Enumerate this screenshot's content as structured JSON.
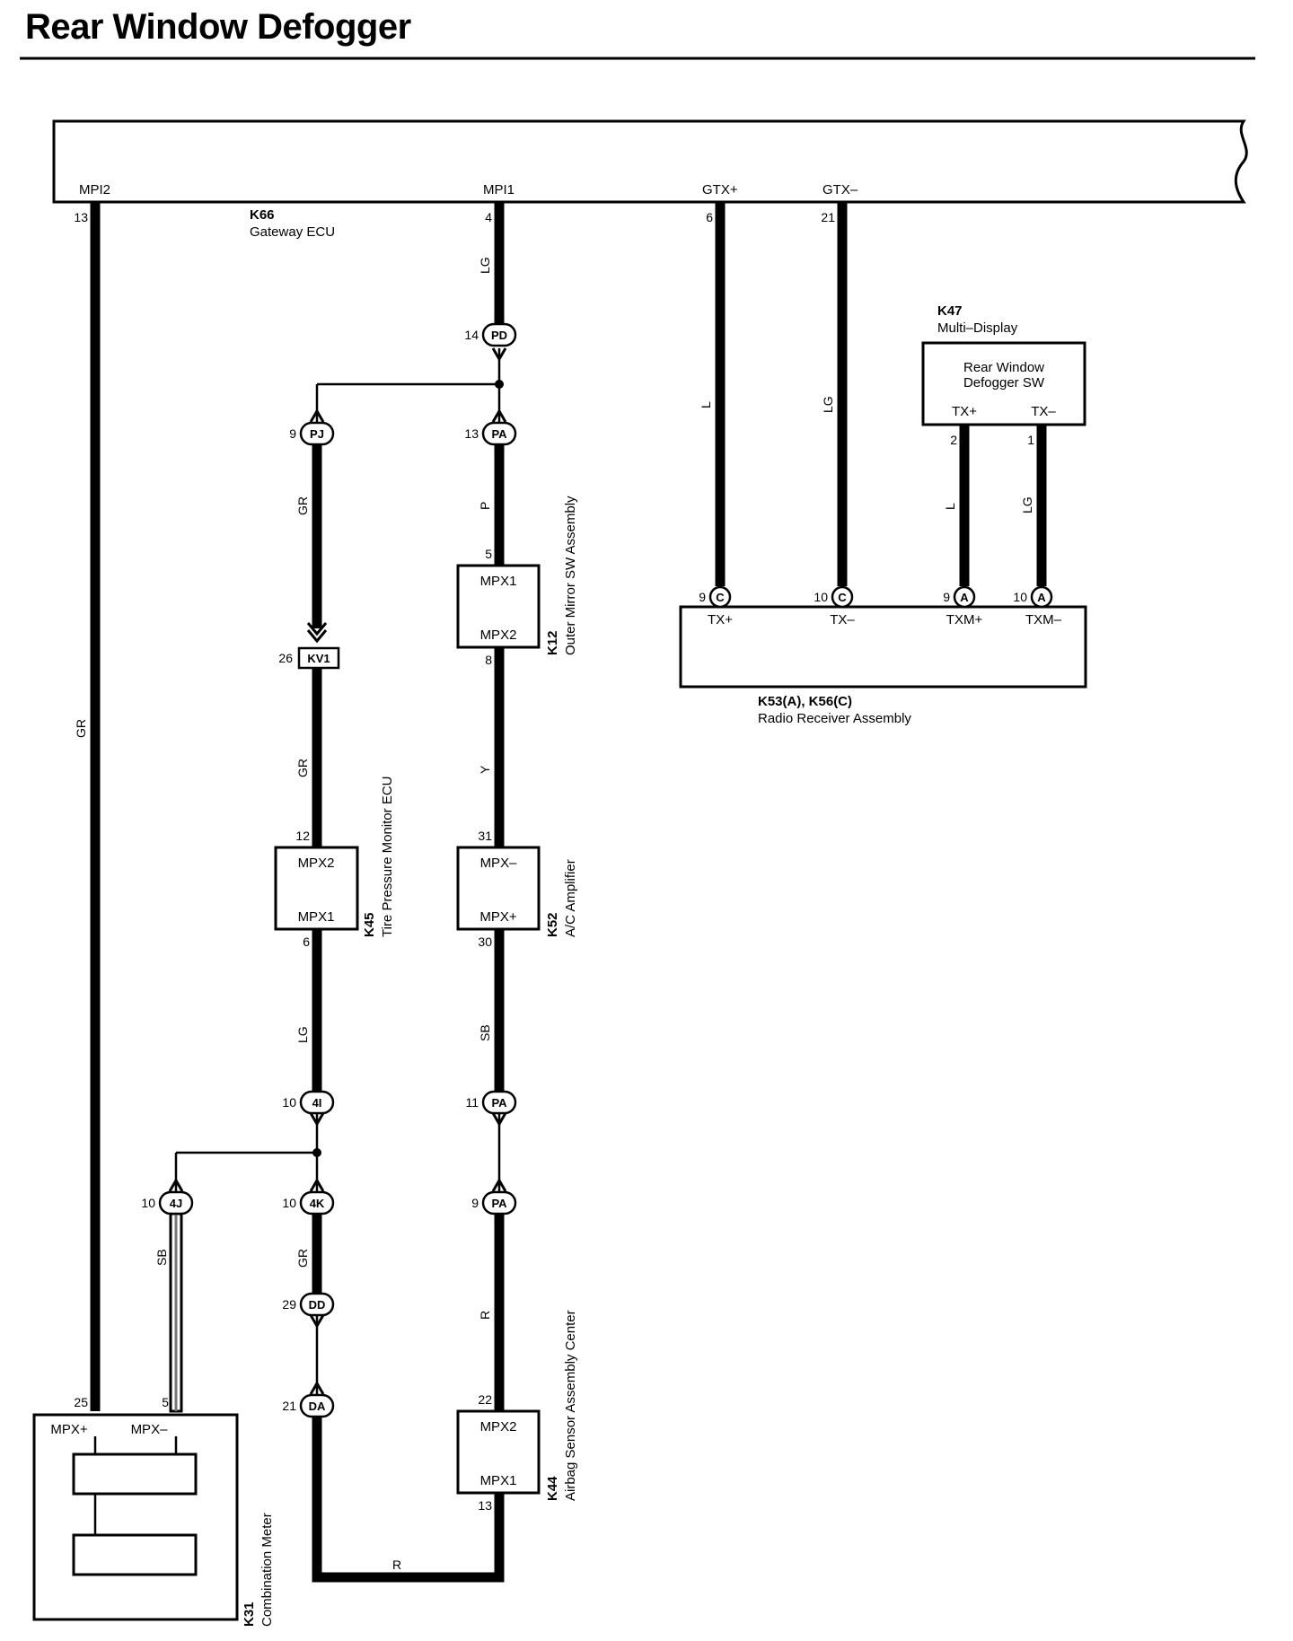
{
  "title": "Rear Window Defogger",
  "components": {
    "gateway": {
      "code": "K66",
      "name": "Gateway ECU",
      "pins": {
        "mpi2": "MPI2",
        "mpi1": "MPI1",
        "gtxp": "GTX+",
        "gtxm": "GTX–"
      },
      "pin_numbers": {
        "mpi2": "13",
        "mpi1": "4",
        "gtxp": "6",
        "gtxm": "21"
      }
    },
    "multi_display": {
      "code": "K47",
      "name": "Multi–Display",
      "box_line1": "Rear Window",
      "box_line2": "Defogger SW",
      "pins": {
        "txp": "TX+",
        "txm": "TX–"
      },
      "pin_numbers": {
        "txp": "2",
        "txm": "1"
      }
    },
    "radio": {
      "code": "K53(A), K56(C)",
      "name": "Radio Receiver Assembly",
      "pins": {
        "txp": "TX+",
        "txm": "TX–",
        "txmp": "TXM+",
        "txmm": "TXM–"
      }
    },
    "outer_mirror": {
      "code": "K12",
      "name": "Outer Mirror SW Assembly",
      "top": "MPX1",
      "bottom": "MPX2",
      "pin_top": "5",
      "pin_bottom": "8"
    },
    "ac_amp": {
      "code": "K52",
      "name": "A/C Amplifier",
      "top": "MPX–",
      "bottom": "MPX+",
      "pin_top": "31",
      "pin_bottom": "30"
    },
    "tpms": {
      "code": "K45",
      "name": "Tire Pressure Monitor ECU",
      "top": "MPX2",
      "bottom": "MPX1",
      "pin_top": "12",
      "pin_bottom": "6"
    },
    "airbag": {
      "code": "K44",
      "name": "Airbag Sensor Assembly Center",
      "top": "MPX2",
      "bottom": "MPX1",
      "pin_top": "22",
      "pin_bottom": "13"
    },
    "meter": {
      "code": "K31",
      "name": "Combination Meter",
      "left": "MPX+",
      "right": "MPX–",
      "pin_left": "25",
      "pin_right": "5"
    }
  },
  "connectors": {
    "pd": {
      "label": "PD",
      "pin": "14"
    },
    "pj": {
      "label": "PJ",
      "pin": "9"
    },
    "pa13": {
      "label": "PA",
      "pin": "13"
    },
    "kv1": {
      "label": "KV1",
      "pin": "26"
    },
    "c9": {
      "label": "C",
      "pin": "9"
    },
    "c10": {
      "label": "C",
      "pin": "10"
    },
    "a9": {
      "label": "A",
      "pin": "9"
    },
    "a10": {
      "label": "A",
      "pin": "10"
    },
    "i4": {
      "label": "4I",
      "pin": "10"
    },
    "pa11": {
      "label": "PA",
      "pin": "11"
    },
    "j4": {
      "label": "4J",
      "pin": "10"
    },
    "k4": {
      "label": "4K",
      "pin": "10"
    },
    "pa9": {
      "label": "PA",
      "pin": "9"
    },
    "dd": {
      "label": "DD",
      "pin": "29"
    },
    "da": {
      "label": "DA",
      "pin": "21"
    }
  },
  "wire_colors": {
    "gr_main": "GR",
    "lg_mpi1": "LG",
    "l_gtx": "L",
    "lg_gtx": "LG",
    "l_tx": "L",
    "lg_tx": "LG",
    "gr_pj": "GR",
    "p_pa": "P",
    "gr_kv1": "GR",
    "y_mirror": "Y",
    "lg_tpms": "LG",
    "sb_ac": "SB",
    "sb_4j": "SB",
    "gr_4k": "GR",
    "r_pa": "R",
    "r_bottom": "R"
  }
}
